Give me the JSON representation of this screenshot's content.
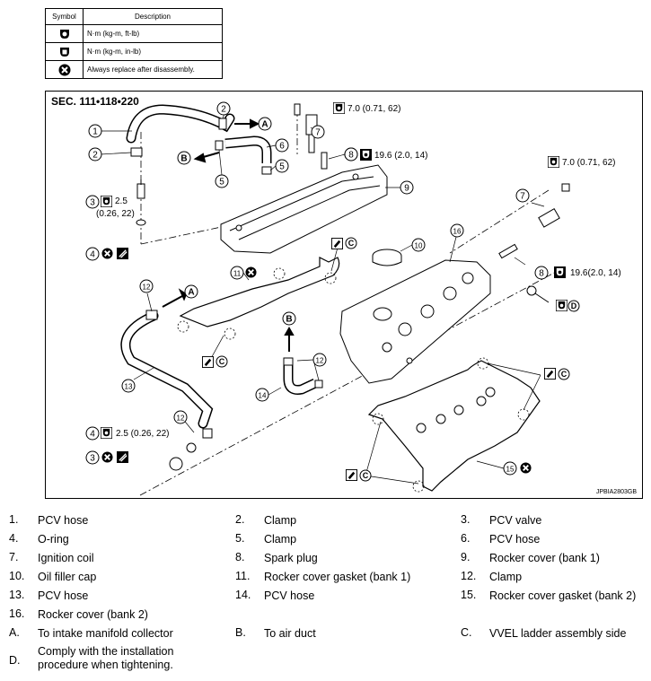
{
  "symbol_table": {
    "header_symbol": "Symbol",
    "header_description": "Description",
    "rows": [
      {
        "icon": "torque-wrench-icon",
        "description": "N·m (kg-m, ft-lb)"
      },
      {
        "icon": "torque-wrench-inlb-icon",
        "description": "N·m (kg-m, in-lb)"
      },
      {
        "icon": "always-replace-icon",
        "description": "Always replace after disassembly."
      }
    ]
  },
  "diagram": {
    "section": "SEC. 111•118•220",
    "figure_id": "JPBIA2803GB",
    "callouts": {
      "n1": "1",
      "n2a": "2",
      "n2b": "2",
      "n3a": "3",
      "n3b": "3",
      "n4a": "4",
      "n4b": "4",
      "n5a": "5",
      "n5b": "5",
      "n6": "6",
      "n7a": "7",
      "n7b": "7",
      "n8a": "8",
      "n8b": "8",
      "n9": "9",
      "n10": "10",
      "n11": "11",
      "n12a": "12",
      "n12b": "12",
      "n12c": "12",
      "n13": "13",
      "n14": "14",
      "n15": "15",
      "n16": "16",
      "lA1": "A",
      "lA2": "A",
      "lB1": "B",
      "lB2": "B",
      "lC1": "C",
      "lC2": "C",
      "lC3": "C",
      "lC4": "C",
      "lD": "D"
    },
    "torques": {
      "t7a": "7.0 (0.71, 62)",
      "t8a": "19.6 (2.0, 14)",
      "t7b": "7.0 (0.71, 62)",
      "t8b": "19.6(2.0, 14)",
      "t3a_1": "2.5",
      "t3a_2": "(0.26, 22)",
      "t3b": "2.5 (0.26, 22)"
    }
  },
  "legend": [
    {
      "num": "1.",
      "text": "PCV hose"
    },
    {
      "num": "2.",
      "text": "Clamp"
    },
    {
      "num": "3.",
      "text": "PCV valve"
    },
    {
      "num": "4.",
      "text": "O-ring"
    },
    {
      "num": "5.",
      "text": "Clamp"
    },
    {
      "num": "6.",
      "text": "PCV hose"
    },
    {
      "num": "7.",
      "text": "Ignition coil"
    },
    {
      "num": "8.",
      "text": "Spark plug"
    },
    {
      "num": "9.",
      "text": "Rocker cover (bank 1)"
    },
    {
      "num": "10.",
      "text": "Oil filler cap"
    },
    {
      "num": "11.",
      "text": "Rocker cover gasket (bank 1)"
    },
    {
      "num": "12.",
      "text": "Clamp"
    },
    {
      "num": "13.",
      "text": "PCV hose"
    },
    {
      "num": "14.",
      "text": "PCV hose"
    },
    {
      "num": "15.",
      "text": "Rocker cover gasket (bank 2)"
    },
    {
      "num": "16.",
      "text": "Rocker cover (bank 2)"
    },
    {
      "num": "A.",
      "text": "To intake manifold collector"
    },
    {
      "num": "B.",
      "text": "To air duct"
    },
    {
      "num": "C.",
      "text": "VVEL ladder assembly side"
    },
    {
      "num": "D.",
      "text": "Comply with the installation procedure when tightening."
    }
  ]
}
